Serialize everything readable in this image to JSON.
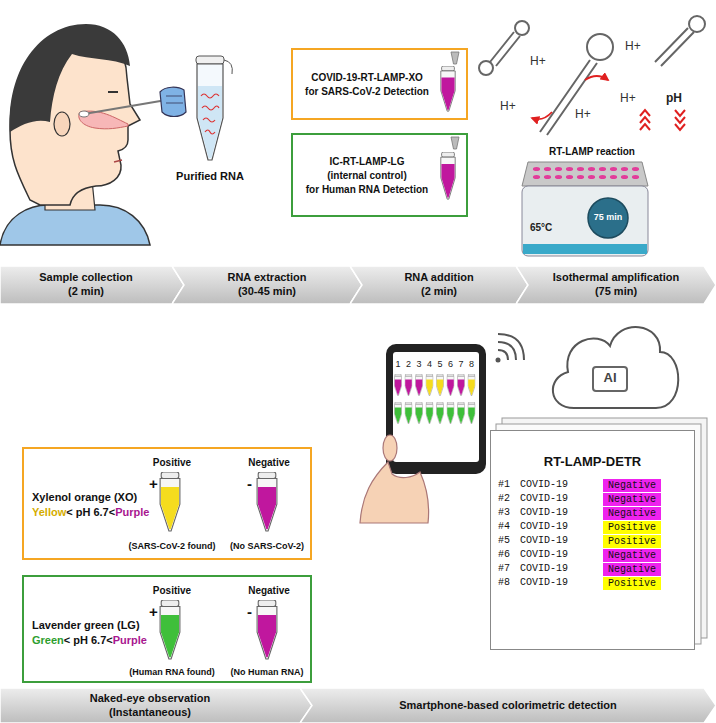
{
  "diagram": {
    "nodes": [
      {
        "text": [
          "COVID-19-RT-LAMP-XO",
          "for SARS-CoV-2 Detection"
        ]
      },
      {
        "text": [
          "IC-RT-LAMP-LG",
          "(internal control)",
          "for Human RNA Detection"
        ]
      },
      {
        "text": [
          "Sample collection",
          "(2 min)"
        ]
      },
      {
        "text": [
          "RNA extraction",
          "(30-45 min)"
        ]
      },
      {
        "text": [
          "RNA addition",
          "(2 min)"
        ]
      },
      {
        "text": [
          "Isothermal amplification",
          "(75 min)"
        ]
      },
      {
        "text": [
          "AI"
        ]
      },
      {
        "text": [
          "Xylenol orange (XO)",
          "Yellow",
          "< pH 6.7<",
          "Purple",
          "Positive",
          "Negative",
          "+",
          "-",
          "(SARS-CoV-2 found)",
          "(No SARS-CoV-2)"
        ]
      },
      {
        "text": [
          "RT-LAMP-DETR"
        ]
      },
      {
        "text": [
          "Negative"
        ],
        "in": 8
      },
      {
        "text": [
          "Negative"
        ],
        "in": 8
      },
      {
        "text": [
          "Negative"
        ],
        "in": 8
      },
      {
        "text": [
          "Positive"
        ],
        "in": 8
      },
      {
        "text": [
          "Positive"
        ],
        "in": 8
      },
      {
        "text": [
          "Negative"
        ],
        "in": 8
      },
      {
        "text": [
          "Negative"
        ],
        "in": 8
      },
      {
        "text": [
          "Positive"
        ],
        "in": 8
      },
      {
        "text": [
          "Lavender green (LG)",
          "Green",
          "< pH 6.7<",
          "Purple",
          "Positive",
          "Negative",
          "+",
          "-",
          "(Human RNA found)",
          "(No Human RNA)"
        ]
      },
      {
        "text": [
          "Naked-eye observation",
          "(Instantaneous)"
        ]
      },
      {
        "text": [
          "Smartphone-based colorimetric detection"
        ]
      }
    ],
    "labels": [
      "Purified RNA",
      "RT-LAMP reaction",
      "H+",
      "H+",
      "H+",
      "H+",
      "H+",
      "pH",
      "65°C",
      "75 min",
      "1",
      "2",
      "3",
      "4",
      "5",
      "6",
      "7",
      "8",
      "#1",
      "COVID-19",
      "#2",
      "COVID-19",
      "#3",
      "COVID-19",
      "#4",
      "COVID-19",
      "#5",
      "COVID-19",
      "#6",
      "COVID-19",
      "#7",
      "COVID-19",
      "#8",
      "COVID-19"
    ]
  }
}
